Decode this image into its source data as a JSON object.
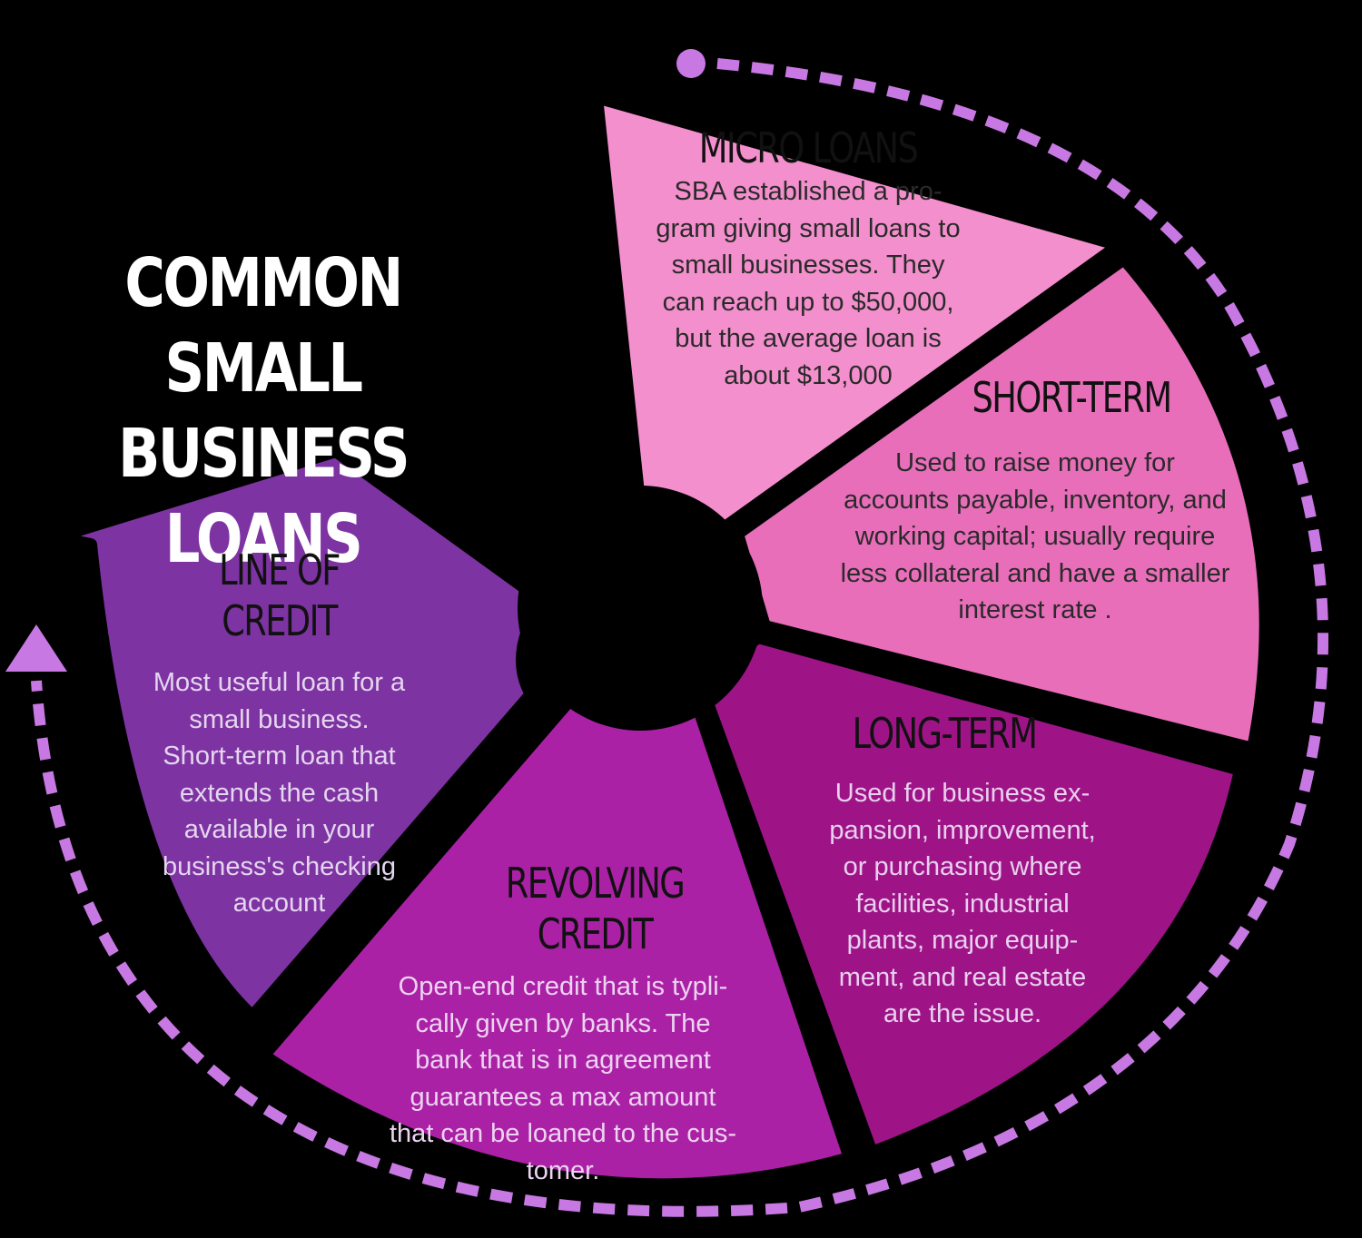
{
  "title": {
    "line1": "COMMON SMALL",
    "line2": "BUSINESS LOANS"
  },
  "segments": [
    {
      "heading": "MICRO LOANS",
      "description": "SBA established a pro-\ngram giving small loans to\nsmall businesses. They\ncan reach up to $50,000,\nbut the average loan is\nabout $13,000",
      "color": "#f48fcd",
      "text_color": "#2a2a2a"
    },
    {
      "heading": "SHORT-TERM",
      "description": "Used to raise money for\naccounts payable, inventory, and\nworking capital; usually require\nless collateral and have a smaller\ninterest rate .",
      "color": "#e86eba",
      "text_color": "#2a2a2a"
    },
    {
      "heading": "LONG-TERM",
      "description": "Used for business ex-\npansion, improvement,\nor purchasing where\nfacilities, industrial\nplants, major equip-\nment, and real estate\nare the issue.",
      "color": "#9e1487",
      "text_color": "#e8d0ee"
    },
    {
      "heading": "REVOLVING CREDIT",
      "description": "Open-end credit that is typli-\ncally given by banks. The\nbank that is in agreement\nguarantees a max amount\nthat can be loaned to the cus-\ntomer.",
      "color": "#ab21a6",
      "text_color": "#ecd4f0"
    },
    {
      "heading": "LINE OF CREDIT",
      "description": "Most useful loan for a\nsmall business.\nShort-term loan that\nextends the cash\navailable in your\nbusiness's checking\naccount",
      "color": "#7e33a3",
      "text_color": "#e4d6ee"
    }
  ],
  "colors": {
    "background": "#000000",
    "dash_ring": "#c778e2",
    "title": "#ffffff"
  }
}
